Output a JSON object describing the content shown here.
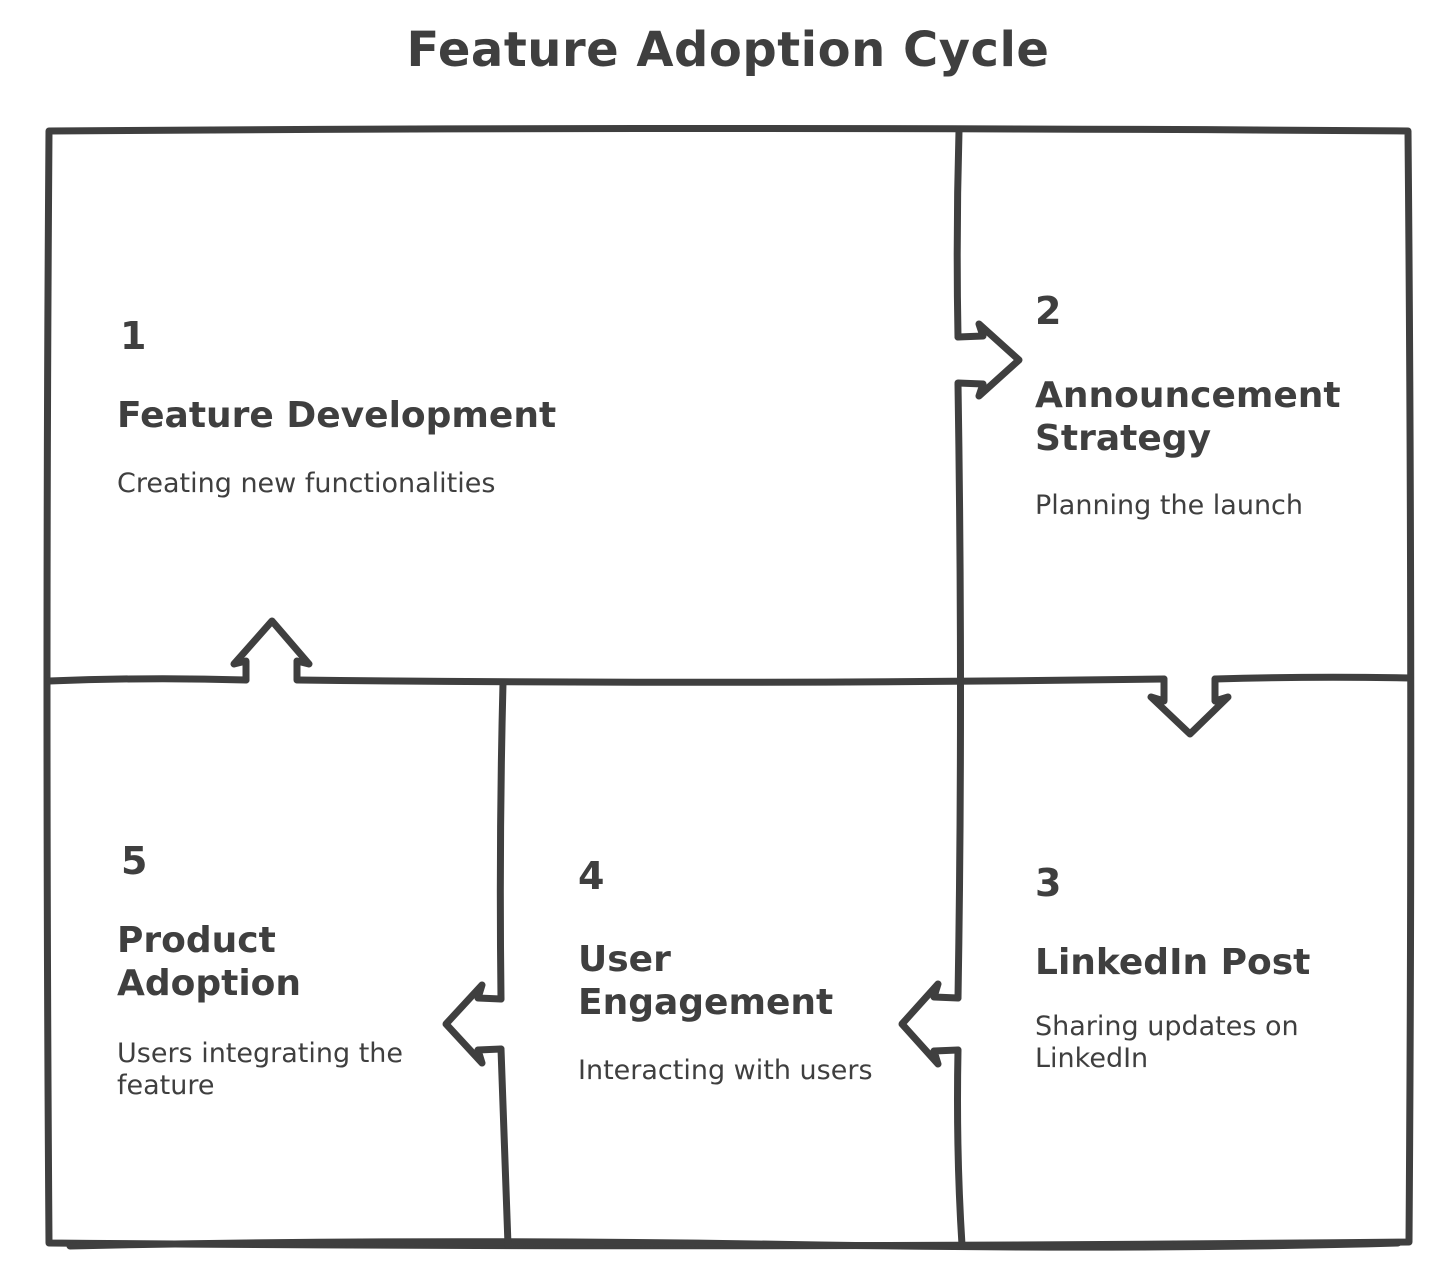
{
  "title": "Feature Adoption Cycle",
  "colors": {
    "ink": "#3f3f3f",
    "background": "#ffffff"
  },
  "steps": [
    {
      "number": "1",
      "title": "Feature Development",
      "description": "Creating new functionalities"
    },
    {
      "number": "2",
      "title": "Announcement Strategy",
      "description": "Planning the launch"
    },
    {
      "number": "3",
      "title": "LinkedIn Post",
      "description": "Sharing updates on LinkedIn"
    },
    {
      "number": "4",
      "title": "User Engagement",
      "description": "Interacting with users"
    },
    {
      "number": "5",
      "title": "Product Adoption",
      "description": "Users integrating the feature"
    }
  ],
  "connections": [
    {
      "from": "1",
      "to": "2",
      "direction": "right"
    },
    {
      "from": "2",
      "to": "3",
      "direction": "down"
    },
    {
      "from": "3",
      "to": "4",
      "direction": "left"
    },
    {
      "from": "4",
      "to": "5",
      "direction": "left"
    },
    {
      "from": "5",
      "to": "1",
      "direction": "up"
    }
  ]
}
